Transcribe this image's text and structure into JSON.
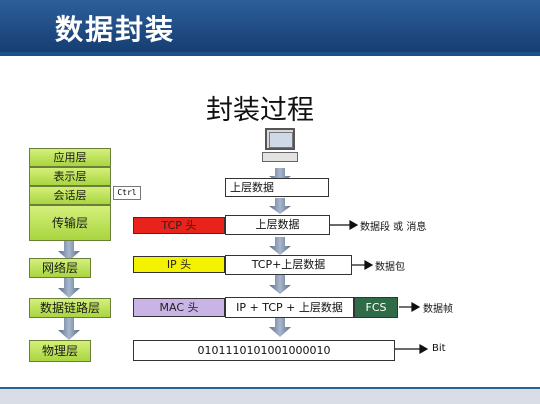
{
  "header": {
    "title": "数据封装"
  },
  "slide": {
    "title": "封装过程"
  },
  "osi": {
    "application": "应用层",
    "presentation": "表示层",
    "session": "会话层",
    "transport": "传输层",
    "network": "网络层",
    "datalink": "数据链路层",
    "physical": "物理层"
  },
  "tooltip": {
    "ctrl": "Ctrl"
  },
  "encap": {
    "row1": {
      "data": "上层数据"
    },
    "row2": {
      "header": "TCP 头",
      "data": "上层数据",
      "label": "数据段 或 消息"
    },
    "row3": {
      "header": "IP 头",
      "data": "TCP+上层数据",
      "label": "数据包"
    },
    "row4": {
      "header": "MAC 头",
      "data": "IP + TCP + 上层数据",
      "trailer": "FCS",
      "label": "数据帧"
    },
    "row5": {
      "bits": "0101110101001000010",
      "label": "Bit"
    }
  },
  "colors": {
    "header_blue": "#1f4f8a",
    "tcp_red": "#e8231c",
    "ip_yellow": "#f5f200",
    "mac_purple": "#c8b5e6",
    "fcs_green": "#2f6b46",
    "layer_green": "#b5dc4c",
    "arrow_gray": "#7e8ea8"
  }
}
